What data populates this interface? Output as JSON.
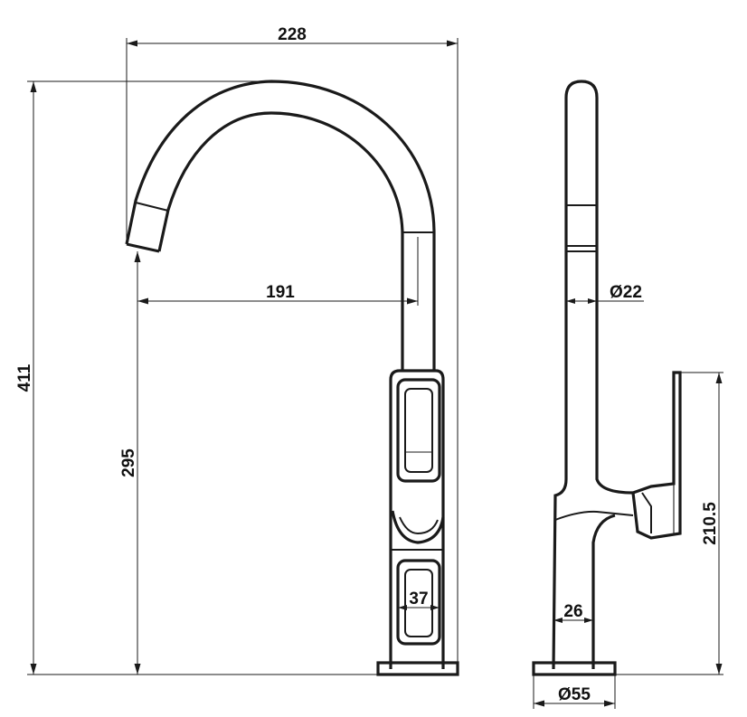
{
  "dimensions": {
    "overall_height": "411",
    "overall_width": "228",
    "spout_reach": "191",
    "spout_height": "295",
    "base_width": "37",
    "pipe_diameter": "Ø22",
    "body_width": "26",
    "base_diameter": "Ø55",
    "handle_height": "210.5"
  }
}
